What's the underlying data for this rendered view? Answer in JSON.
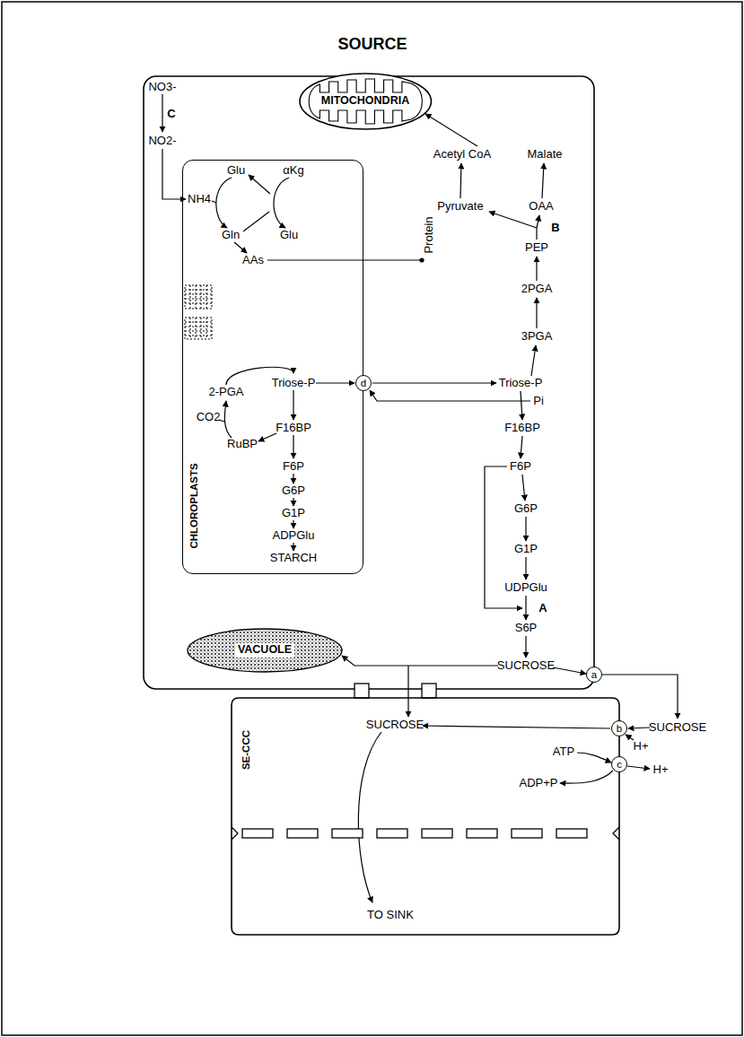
{
  "diagram": {
    "title": "SOURCE",
    "nodes": [
      {
        "text": [
          "MITOCHONDRIA"
        ]
      },
      {
        "text": [
          "CHLOROPLASTS"
        ]
      },
      {
        "text": [
          "d"
        ]
      },
      {
        "text": [
          "VACUOLE"
        ]
      },
      {
        "text": [
          "a"
        ]
      },
      {
        "text": [
          "SE-CCC"
        ]
      },
      {
        "text": [
          "b"
        ]
      },
      {
        "text": [
          "c"
        ]
      }
    ],
    "labels": [
      "NO3-",
      "C",
      "NO2-",
      "Acetyl CoA",
      "Malate",
      "Pyruvate",
      "OAA",
      "B",
      "PEP",
      "2PGA",
      "3PGA",
      "Triose-P",
      "Pi",
      "F16BP",
      "F6P",
      "G6P",
      "G1P",
      "UDPGlu",
      "A",
      "S6P",
      "SUCROSE",
      "Glu",
      "αKg",
      "NH4",
      "Gln",
      "Glu",
      "AAs",
      "Protein",
      "2-PGA",
      "Triose-P",
      "CO2",
      "RuBP",
      "F16BP",
      "F6P",
      "G6P",
      "G1P",
      "ADPGlu",
      "STARCH",
      "SUCROSE",
      "SUCROSE",
      "H+",
      "ATP",
      "H+",
      "ADP+P",
      "TO SINK"
    ]
  }
}
